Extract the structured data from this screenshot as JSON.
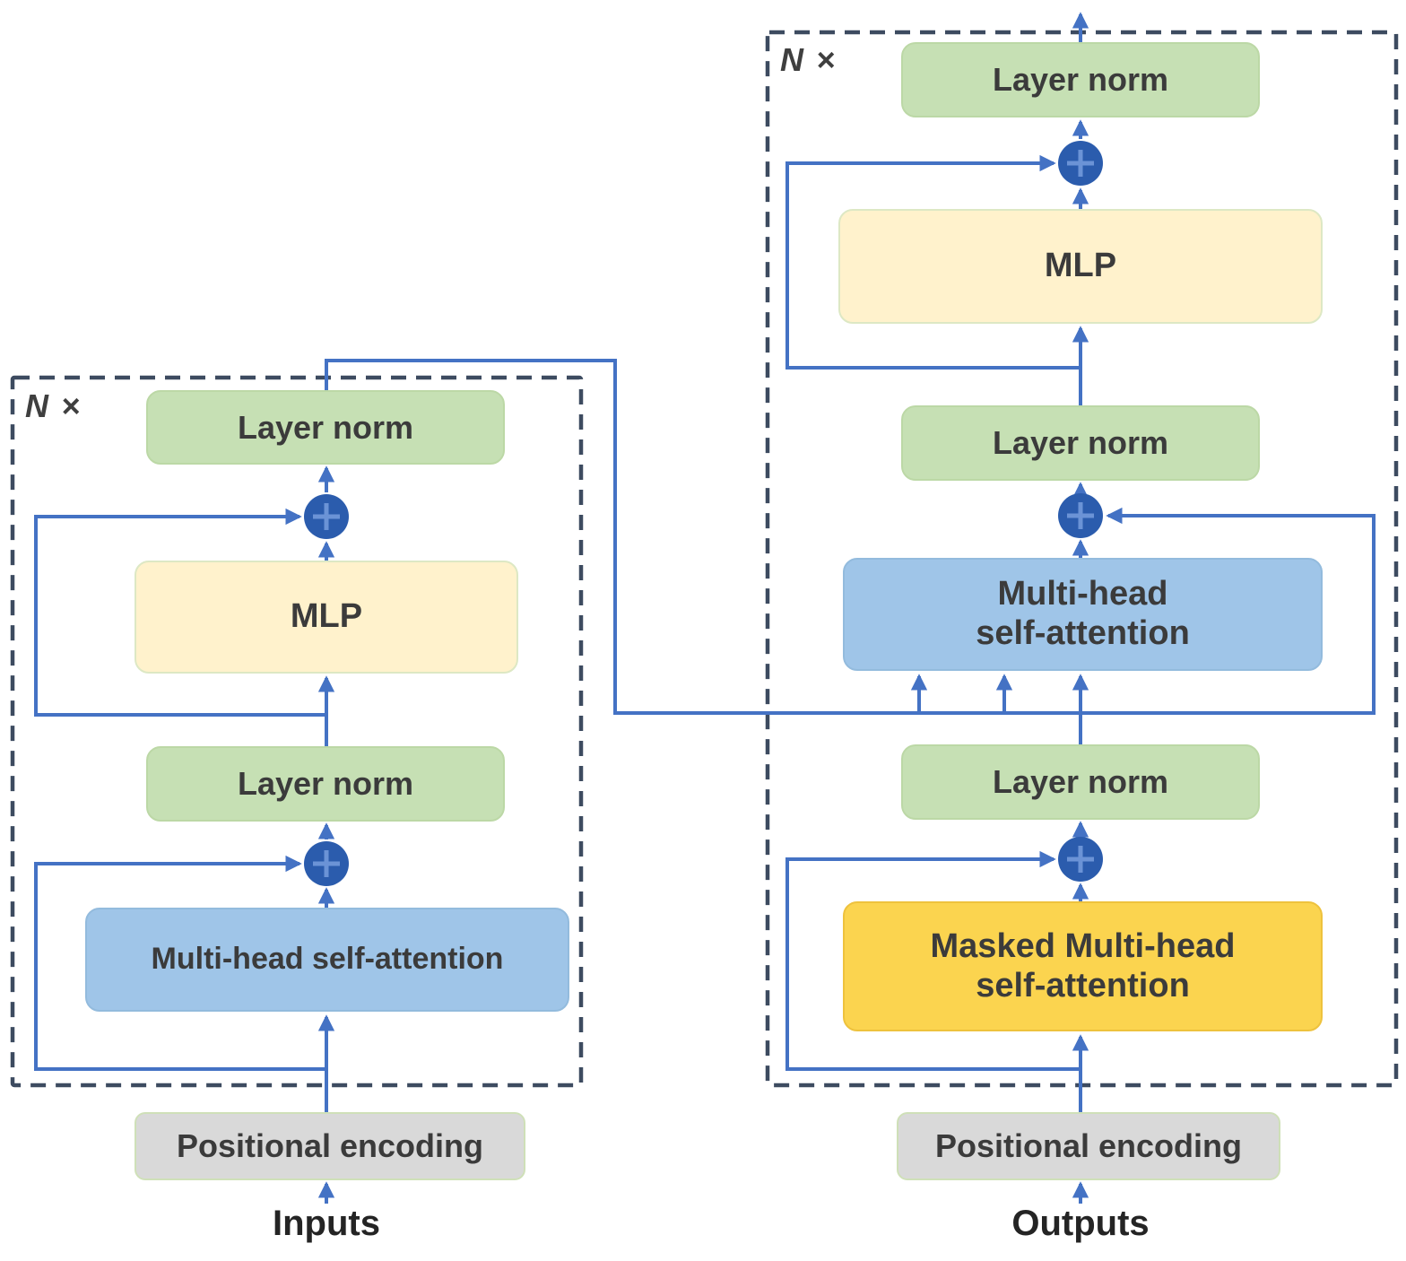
{
  "colors": {
    "c-green": "#c6e0b4",
    "c-yellow": "#fff2cc",
    "c-blue": "#9fc5e8",
    "c-gold": "#fbd44f",
    "c-gray": "#d9d9d9",
    "c-line": "#4472c4",
    "c-circle": "#2b5cad",
    "c-circle-cross": "#6b93d6",
    "c-dash": "#3d4b60",
    "c-text": "#3b3b3b",
    "c-caption": "#242424"
  },
  "encoder": {
    "repeat_label": "N ×",
    "ln_top": "Layer norm",
    "mlp": "MLP",
    "ln_bottom": "Layer norm",
    "attention": "Multi-head self-attention",
    "positional": "Positional encoding",
    "caption": "Inputs"
  },
  "decoder": {
    "repeat_label": "N ×",
    "ln_top": "Layer norm",
    "mlp": "MLP",
    "ln_mid": "Layer norm",
    "cross_attention_lines": [
      "Multi-head",
      "self-attention"
    ],
    "ln_bottom": "Layer norm",
    "masked_attention_lines": [
      "Masked Multi-head",
      "self-attention"
    ],
    "positional": "Positional encoding",
    "caption": "Outputs"
  },
  "icons": {
    "add": "plus-in-circle"
  }
}
